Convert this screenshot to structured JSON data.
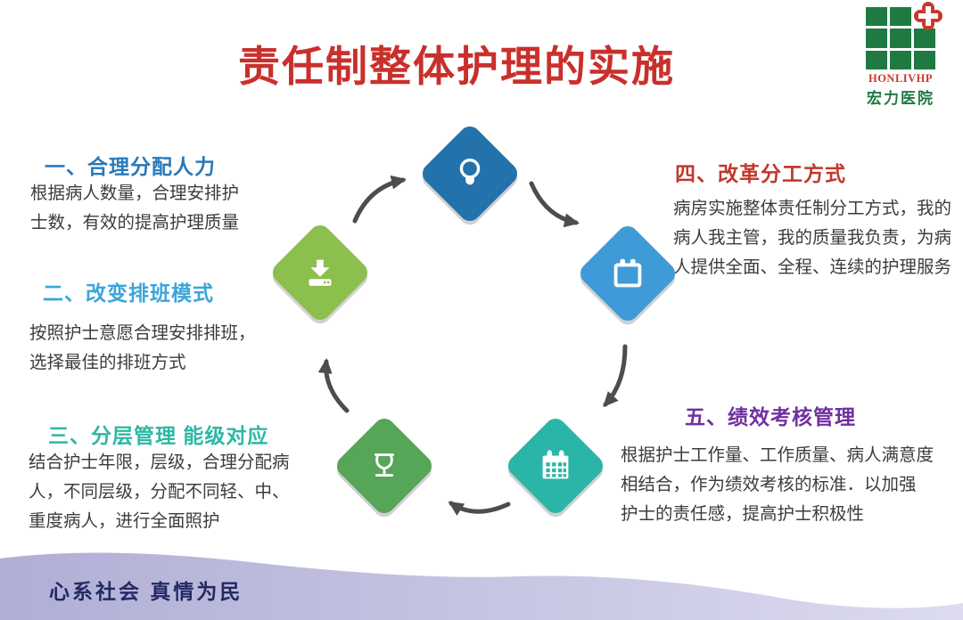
{
  "slide": {
    "title": "责任制整体护理的实施",
    "footer_slogan": "心系社会 真情为民"
  },
  "logo": {
    "latin": "HONLIVHP",
    "chinese": "宏力医院",
    "green": "#1f7a41",
    "red": "#c43a2e"
  },
  "sections": {
    "one": {
      "heading": "一、合理分配人力",
      "color": "#2979b8",
      "body": "根据病人数量，合理安排护\n士数，有效的提高护理质量"
    },
    "two": {
      "heading": "二、改变排班模式",
      "color": "#3aa5dc",
      "body": "按照护士意愿合理安排排班，\n选择最佳的排班方式"
    },
    "three": {
      "heading": "三、分层管理 能级对应",
      "color": "#2cb8a4",
      "body": "结合护士年限，层级，合理分配病\n人，不同层级，分配不同轻、中、\n重度病人，进行全面照护"
    },
    "four": {
      "heading": "四、改革分工方式",
      "color": "#c0392b",
      "body": "病房实施整体责任制分工方式，我的\n病人我主管，我的质量我负责，为病\n人提供全面、全程、连续的护理服务"
    },
    "five": {
      "heading": "五、绩效考核管理",
      "color": "#7030a0",
      "body": "根据护士工作量、工作质量、病人满意度\n相结合，作为绩效考核的标准．以加强\n护士的责任感，提高护士积极性"
    }
  },
  "diagram": {
    "flow": "clockwise",
    "nodes": [
      {
        "position": "top",
        "icon": "lightbulb-icon",
        "color": "#2472ab"
      },
      {
        "position": "right",
        "icon": "calendar-icon",
        "color": "#3e9bd7"
      },
      {
        "position": "bottom-right",
        "icon": "calendar-grid-icon",
        "color": "#2bb5a8"
      },
      {
        "position": "bottom-left",
        "icon": "vase-icon",
        "color": "#57a557"
      },
      {
        "position": "left",
        "icon": "download-icon",
        "color": "#8cbf4e"
      }
    ]
  },
  "colors": {
    "title": "#c9302c",
    "arrow": "#4d4d4d",
    "footer_band_from": "#b0aed5",
    "footer_band_to": "#dcdbef",
    "footer_text": "#232a63"
  }
}
